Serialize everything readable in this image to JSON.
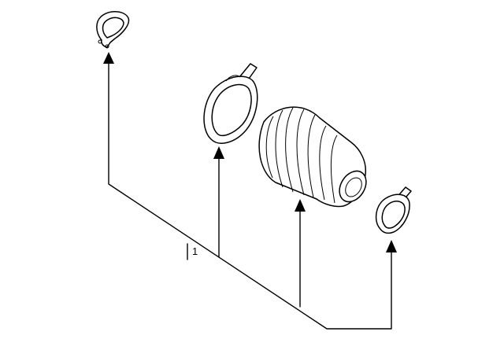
{
  "diagram": {
    "callout_label": "1",
    "line_color": "#000000",
    "background": "#ffffff",
    "parts": [
      {
        "name": "snap-ring"
      },
      {
        "name": "outer-boot-clamp"
      },
      {
        "name": "cv-boot"
      },
      {
        "name": "inner-boot-clamp"
      }
    ]
  }
}
